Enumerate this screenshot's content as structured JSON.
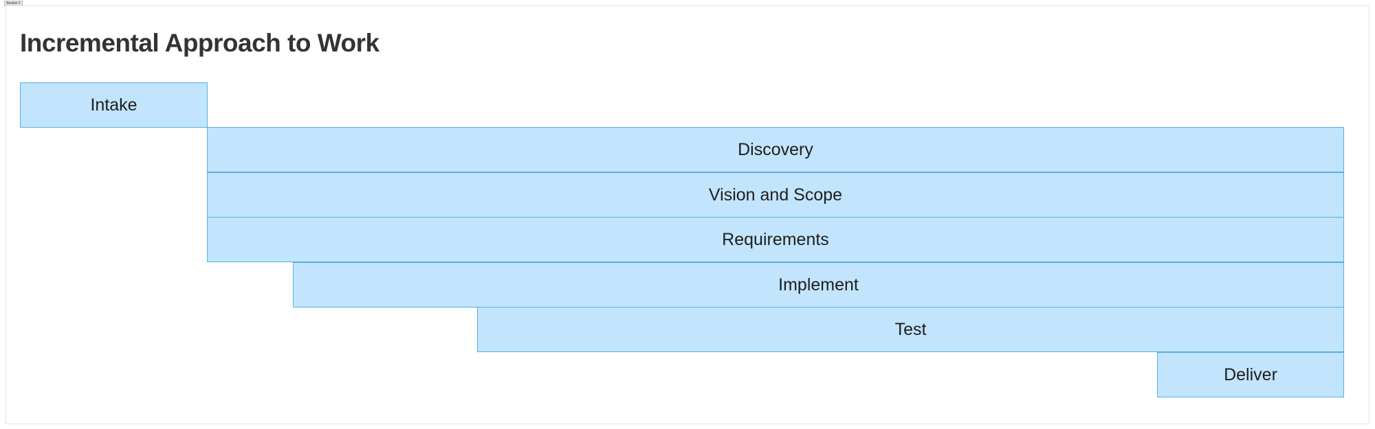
{
  "frame": {
    "tag": "Section 1"
  },
  "title": "Incremental Approach to Work",
  "steps": [
    {
      "label": "Intake"
    },
    {
      "label": "Discovery"
    },
    {
      "label": "Vision and Scope"
    },
    {
      "label": "Requirements"
    },
    {
      "label": "Implement"
    },
    {
      "label": "Test"
    },
    {
      "label": "Deliver"
    }
  ],
  "colors": {
    "step_fill": "#c2e4fc",
    "step_border": "#5aaee0",
    "title": "#333333"
  }
}
